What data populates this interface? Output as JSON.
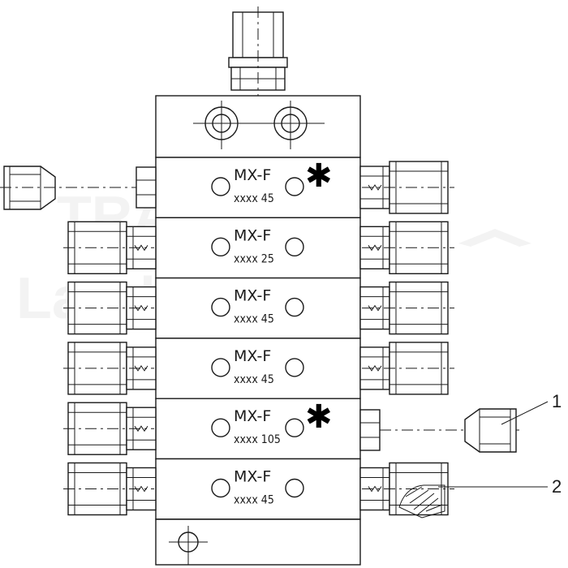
{
  "watermark": {
    "line1": "TRAKTOR",
    "line2": "Landtechnik"
  },
  "sections": [
    {
      "model": "MX-F",
      "code": "xxxx 45",
      "starred": true,
      "star": "✱"
    },
    {
      "model": "MX-F",
      "code": "xxxx  25",
      "starred": false
    },
    {
      "model": "MX-F",
      "code": "xxxx 45",
      "starred": false
    },
    {
      "model": "MX-F",
      "code": "xxxx 45",
      "starred": false
    },
    {
      "model": "MX-F",
      "code": "xxxx 105",
      "starred": true,
      "star": "✱"
    },
    {
      "model": "MX-F",
      "code": "xxxx 45",
      "starred": false
    }
  ],
  "callouts": [
    {
      "number": "1",
      "part": "plug"
    },
    {
      "number": "2",
      "part": "cut-away outlet fitting"
    }
  ]
}
